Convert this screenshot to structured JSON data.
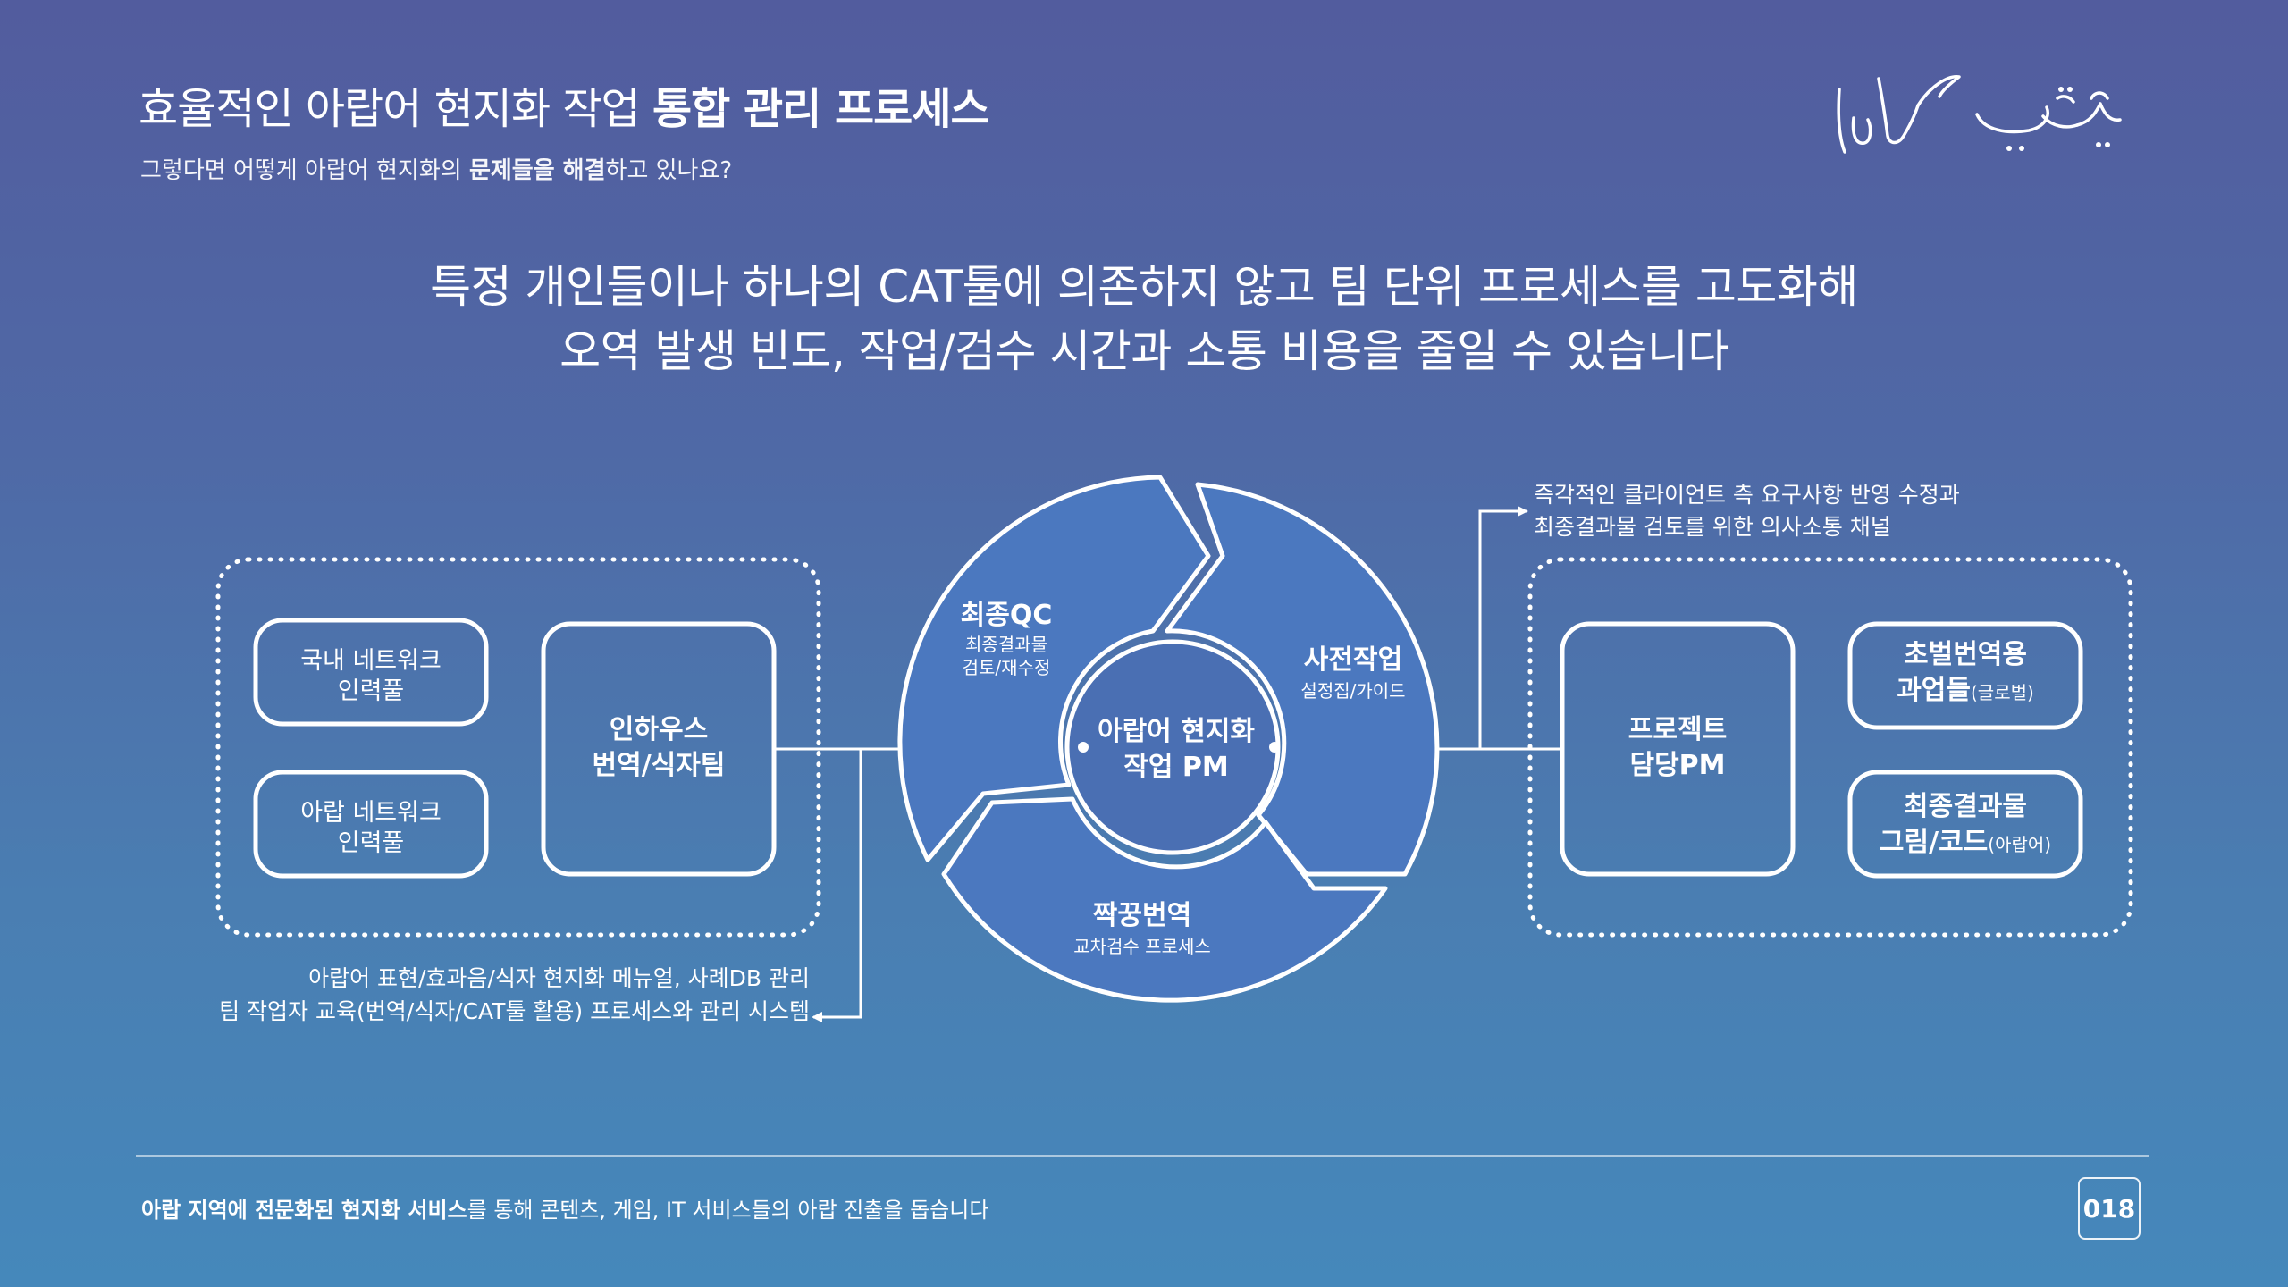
{
  "header": {
    "title_light": "효율적인 아랍어 현지화 작업 ",
    "title_bold": "통합 관리 프로세스",
    "subtitle_pre": "그렇다면 어떻게 아랍어 현지화의 ",
    "subtitle_bold": "문제들을 해결",
    "subtitle_post": "하고 있나요?",
    "logo_text": "تعريب كوريا"
  },
  "headline": {
    "line1": "특정 개인들이나 하나의 CAT툴에 의존하지 않고 팀 단위 프로세스를 고도화해",
    "line2": "오역 발생 빈도, 작업/검수 시간과 소통 비용을 줄일 수 있습니다"
  },
  "diagram": {
    "left_group": {
      "pool_domestic": [
        "국내 네트워크",
        "인력풀"
      ],
      "pool_arab": [
        "아랍 네트워크",
        "인력풀"
      ],
      "inhouse_team": [
        "인하우스",
        "번역/식자팀"
      ],
      "note_line1": "아랍어 표현/효과음/식자 현지화 메뉴얼, 사례DB 관리",
      "note_line2": "팀 작업자 교육(번역/식자/CAT툴 활용) 프로세스와 관리 시스템"
    },
    "cycle": {
      "final_qc_title": "최종QC",
      "final_qc_sub1": "최종결과물",
      "final_qc_sub2": "검토/재수정",
      "prework_title": "사전작업",
      "prework_sub": "설정집/가이드",
      "pair_title": "짝꿍번역",
      "pair_sub": "교차검수 프로세스",
      "center_line1": "아랍어 현지화",
      "center_line2": "작업 PM"
    },
    "right_group": {
      "note_line1": "즉각적인 클라이언트 측 요구사항 반영 수정과",
      "note_line2": "최종결과물 검토를 위한 의사소통 채널",
      "project_pm": [
        "프로젝트",
        "담당PM"
      ],
      "first_draft_line1": "초벌번역용",
      "first_draft_line2": "과업들",
      "first_draft_small": "(글로벌)",
      "final_output_line1": "최종결과물",
      "final_output_line2": "그림/코드",
      "final_output_small": "(아랍어)"
    }
  },
  "footer": {
    "text_bold": "아랍 지역에 전문화된 현지화 서비스",
    "text_rest": "를 통해 콘텐츠, 게임, IT 서비스들의 아랍 진출을 돕습니다",
    "page_number": "018"
  },
  "colors": {
    "segment_fill": "#4b78bf",
    "line": "#ffffff"
  }
}
